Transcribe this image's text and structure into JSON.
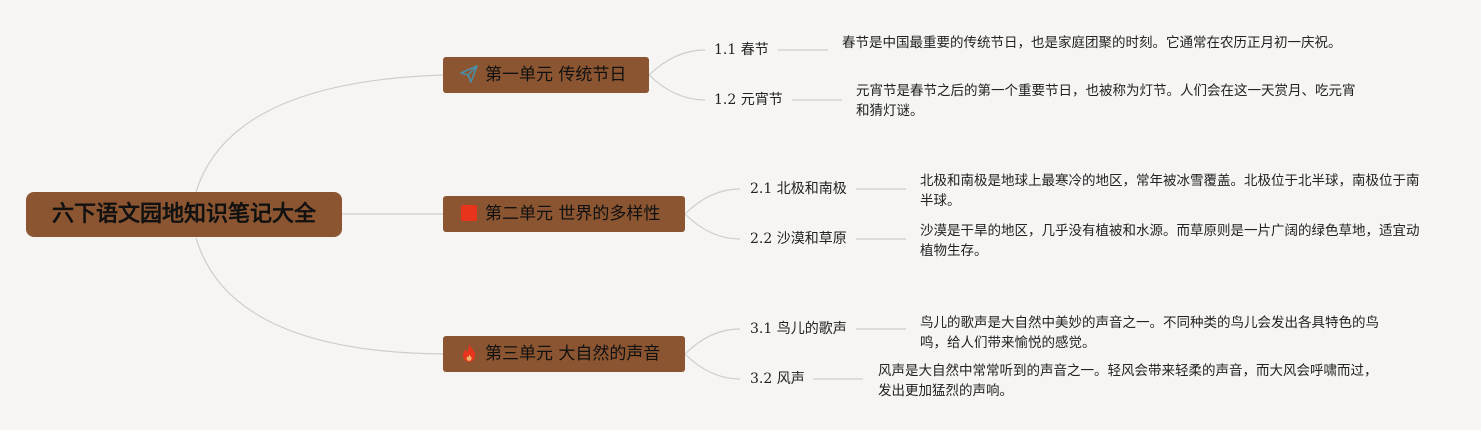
{
  "root": {
    "title": "六下语文园地知识笔记大全"
  },
  "units": [
    {
      "title": "第一单元 传统节日",
      "icon": "paper-plane-icon",
      "icon_color": "#4a8fa8",
      "subs": [
        {
          "label": "1.1 春节",
          "desc": "春节是中国最重要的传统节日，也是家庭团聚的时刻。它通常在农历正月初一庆祝。"
        },
        {
          "label": "1.2 元宵节",
          "desc": "元宵节是春节之后的第一个重要节日，也被称为灯节。人们会在这一天赏月、吃元宵和猜灯谜。"
        }
      ]
    },
    {
      "title": "第二单元 世界的多样性",
      "icon": "red-square-icon",
      "icon_color": "#e8341c",
      "subs": [
        {
          "label": "2.1 北极和南极",
          "desc": "北极和南极是地球上最寒冷的地区，常年被冰雪覆盖。北极位于北半球，南极位于南半球。"
        },
        {
          "label": "2.2 沙漠和草原",
          "desc": "沙漠是干旱的地区，几乎没有植被和水源。而草原则是一片广阔的绿色草地，适宜动植物生存。"
        }
      ]
    },
    {
      "title": "第三单元 大自然的声音",
      "icon": "flame-icon",
      "icon_color": "#e8341c",
      "subs": [
        {
          "label": "3.1 鸟儿的歌声",
          "desc": "鸟儿的歌声是大自然中美妙的声音之一。不同种类的鸟儿会发出各具特色的鸟鸣，给人们带来愉悦的感觉。"
        },
        {
          "label": "3.2 风声",
          "desc": "风声是大自然中常常听到的声音之一。轻风会带来轻柔的声音，而大风会呼啸而过，发出更加猛烈的声响。"
        }
      ]
    }
  ]
}
